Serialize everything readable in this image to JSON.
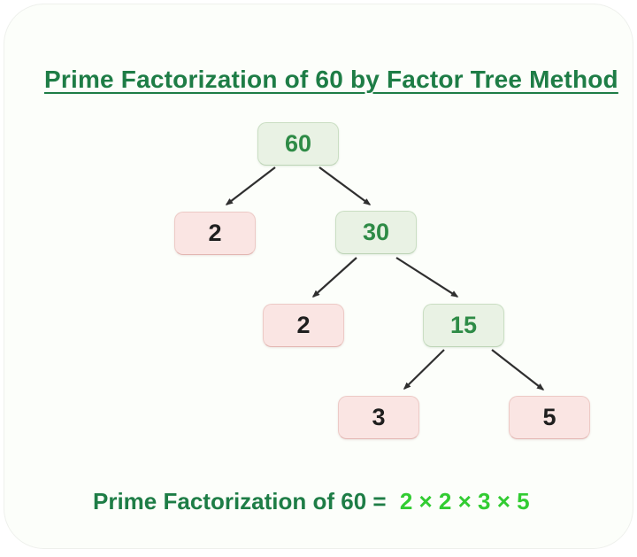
{
  "page": {
    "title": "Prime Factorization of 60 by Factor Tree Method"
  },
  "tree": {
    "nodes": [
      {
        "value": "60",
        "kind": "composite"
      },
      {
        "value": "2",
        "kind": "prime"
      },
      {
        "value": "30",
        "kind": "composite"
      },
      {
        "value": "2",
        "kind": "prime"
      },
      {
        "value": "15",
        "kind": "composite"
      },
      {
        "value": "3",
        "kind": "prime"
      },
      {
        "value": "5",
        "kind": "prime"
      }
    ],
    "edges": [
      {
        "from": "60",
        "to": "2"
      },
      {
        "from": "60",
        "to": "30"
      },
      {
        "from": "30",
        "to": "2"
      },
      {
        "from": "30",
        "to": "15"
      },
      {
        "from": "15",
        "to": "3"
      },
      {
        "from": "15",
        "to": "5"
      }
    ]
  },
  "equation": {
    "label": "Prime Factorization of 60 =",
    "result": "2 × 2 × 3 × 5"
  },
  "colors": {
    "title_green": "#1e7d46",
    "node_green_fill": "#e9f2e4",
    "node_green_text": "#2e8b46",
    "node_pink_fill": "#fae5e3",
    "node_pink_text": "#1f1f1f",
    "result_green": "#32cc32",
    "arrow": "#2f2f2f"
  }
}
